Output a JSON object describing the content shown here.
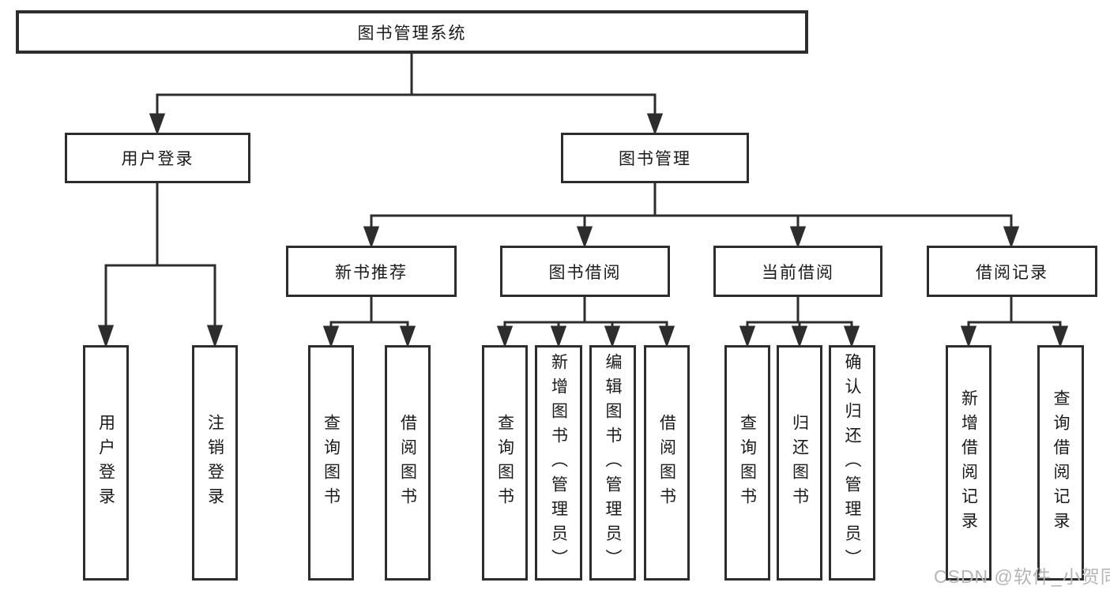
{
  "diagram": {
    "root": {
      "label": "图书管理系统"
    },
    "children": [
      {
        "label": "用户登录",
        "children": [
          {
            "label": "用户登录"
          },
          {
            "label": "注销登录"
          }
        ]
      },
      {
        "label": "图书管理",
        "children": [
          {
            "label": "新书推荐",
            "children": [
              {
                "label": "查询图书"
              },
              {
                "label": "借阅图书"
              }
            ]
          },
          {
            "label": "图书借阅",
            "children": [
              {
                "label": "查询图书"
              },
              {
                "label": "新增图书（管理员）"
              },
              {
                "label": "编辑图书（管理员）"
              },
              {
                "label": "借阅图书"
              }
            ]
          },
          {
            "label": "当前借阅",
            "children": [
              {
                "label": "查询图书"
              },
              {
                "label": "归还图书"
              },
              {
                "label": "确认归还（管理员）"
              }
            ]
          },
          {
            "label": "借阅记录",
            "children": [
              {
                "label": "新增借阅记录"
              },
              {
                "label": "查询借阅记录"
              }
            ]
          }
        ]
      }
    ]
  },
  "watermark": {
    "text": "CSDN @软件_小贺同学"
  },
  "colors": {
    "line": "#2d2d2d",
    "box_border": "#2d2d2d",
    "text": "#1a1a1a",
    "watermark": "#b5b5b8",
    "background": "#ffffff"
  }
}
